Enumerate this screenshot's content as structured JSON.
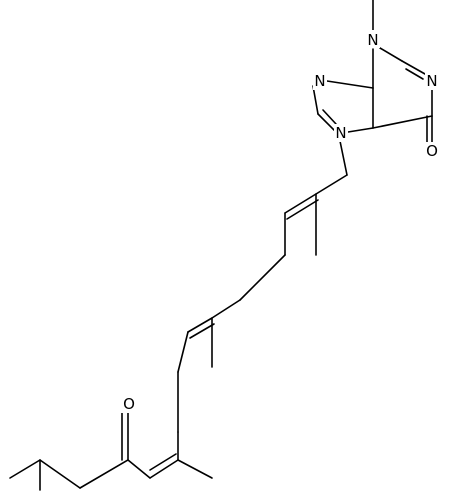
{
  "molecule": {
    "atoms": [
      {
        "id": "Nme",
        "label": "N"
      },
      {
        "id": "C2",
        "label": ""
      },
      {
        "id": "N1",
        "label": "N"
      },
      {
        "id": "C6",
        "label": ""
      },
      {
        "id": "O6",
        "label": "O"
      },
      {
        "id": "C5",
        "label": ""
      },
      {
        "id": "C4",
        "label": ""
      },
      {
        "id": "N9",
        "label": "N"
      },
      {
        "id": "C8",
        "label": ""
      },
      {
        "id": "N7",
        "label": "N"
      }
    ],
    "colors": {
      "bond": "#000000",
      "label": "#000000",
      "background": "#ffffff"
    }
  }
}
